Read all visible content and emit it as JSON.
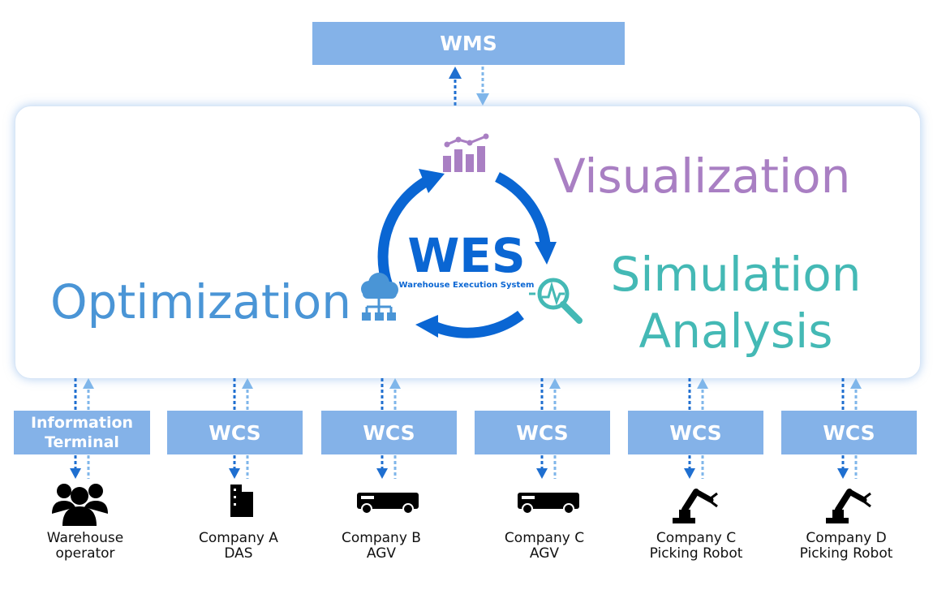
{
  "wms": {
    "label": "WMS"
  },
  "wes": {
    "title": "WES",
    "subtitle": "Warehouse Execution System"
  },
  "functions": {
    "visualization": "Visualization",
    "simulation_line1": "Simulation",
    "simulation_line2": "Analysis",
    "optimization": "Optimization"
  },
  "columns": [
    {
      "box_line1": "Information",
      "box_line2": "Terminal",
      "icon": "people-icon",
      "label_line1": "Warehouse",
      "label_line2": "operator"
    },
    {
      "box_line1": "WCS",
      "icon": "building-icon",
      "label_line1": "Company A",
      "label_line2": "DAS"
    },
    {
      "box_line1": "WCS",
      "icon": "agv-icon",
      "label_line1": "Company B",
      "label_line2": "AGV"
    },
    {
      "box_line1": "WCS",
      "icon": "agv-icon",
      "label_line1": "Company C",
      "label_line2": "AGV"
    },
    {
      "box_line1": "WCS",
      "icon": "robot-arm-icon",
      "label_line1": "Company C",
      "label_line2": "Picking Robot"
    },
    {
      "box_line1": "WCS",
      "icon": "robot-arm-icon",
      "label_line1": "Company D",
      "label_line2": "Picking Robot"
    }
  ],
  "colors": {
    "box_fill": "#84b2e8",
    "arrow_dark": "#1f6fd0",
    "arrow_light": "#7fb6ea",
    "cycle_blue": "#0a66d3",
    "visualization": "#a97fc3",
    "simulation": "#44b9b5",
    "optimization": "#4a95d6"
  }
}
